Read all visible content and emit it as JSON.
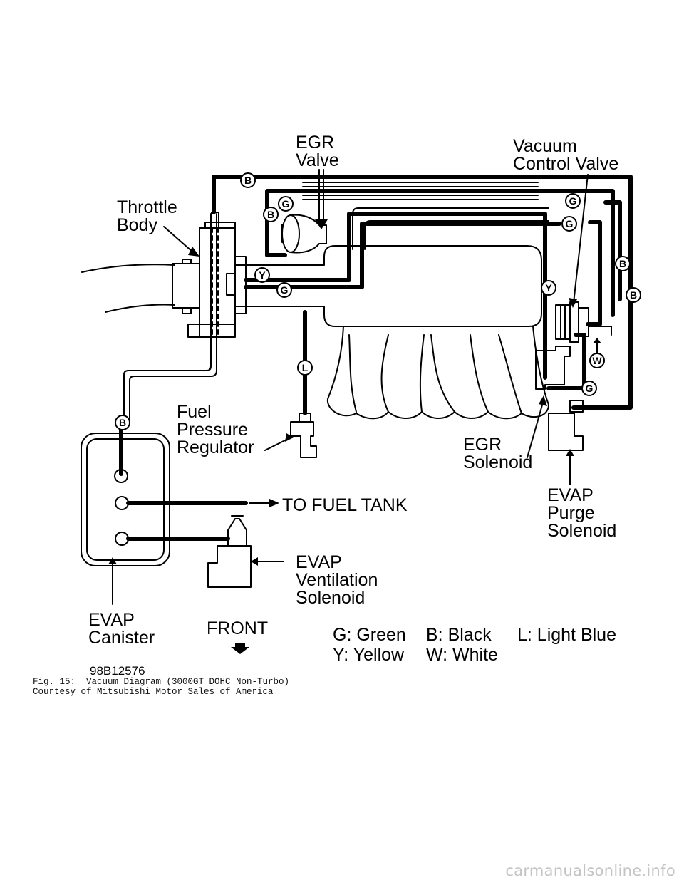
{
  "labels": {
    "egr_valve": "EGR\nValve",
    "vacuum_control_valve": "Vacuum\nControl Valve",
    "throttle_body": "Throttle\nBody",
    "fuel_pressure_regulator": "Fuel\nPressure\nRegulator",
    "egr_solenoid": "EGR\nSolenoid",
    "to_fuel_tank": "TO FUEL TANK",
    "evap_purge_solenoid": "EVAP\nPurge\nSolenoid",
    "evap_ventilation_solenoid": "EVAP\nVentilation\nSolenoid",
    "evap_canister": "EVAP\nCanister",
    "front": "FRONT",
    "figure_code": "98B12576"
  },
  "legend": {
    "green": "G: Green",
    "black": "B: Black",
    "light_blue": "L: Light Blue",
    "yellow": "Y: Yellow",
    "white": "W: White"
  },
  "hose_tags": [
    {
      "id": "b-top",
      "letter": "B"
    },
    {
      "id": "g-egr",
      "letter": "G"
    },
    {
      "id": "b-egr",
      "letter": "B"
    },
    {
      "id": "y-throttle",
      "letter": "Y"
    },
    {
      "id": "g-throttle",
      "letter": "G"
    },
    {
      "id": "g-right-1",
      "letter": "G"
    },
    {
      "id": "g-right-2",
      "letter": "G"
    },
    {
      "id": "b-right-1",
      "letter": "B"
    },
    {
      "id": "b-right-2",
      "letter": "B"
    },
    {
      "id": "y-right",
      "letter": "Y"
    },
    {
      "id": "w-right",
      "letter": "W"
    },
    {
      "id": "g-bottom",
      "letter": "G"
    },
    {
      "id": "l-fpr",
      "letter": "L"
    },
    {
      "id": "b-canister",
      "letter": "B"
    }
  ],
  "caption": {
    "line1": "Fig. 15:  Vacuum Diagram (3000GT DOHC Non-Turbo)",
    "line2": "Courtesy of Mitsubishi Motor Sales of America"
  },
  "watermark": "carmanualsonline.info"
}
